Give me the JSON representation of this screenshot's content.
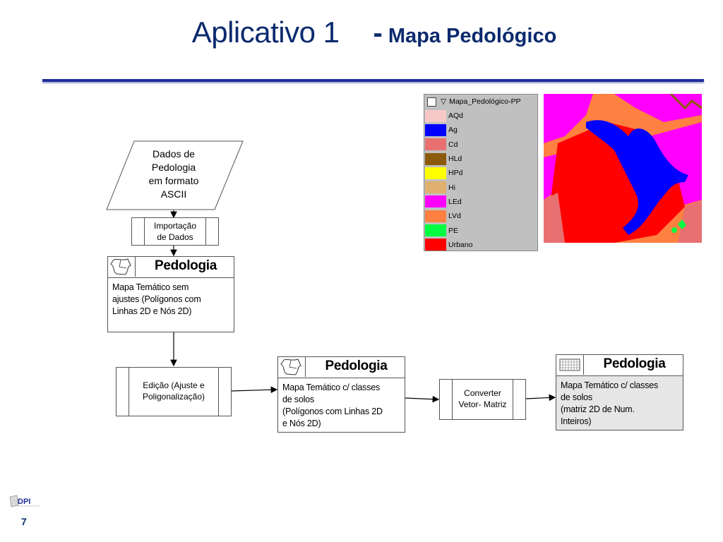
{
  "slide": {
    "title_main": "Aplicativo 1",
    "title_dash": "-",
    "title_sub": "Mapa Pedológico",
    "page_number": "7",
    "logo_text": "DPI"
  },
  "flow": {
    "input_data": [
      "Dados de",
      "Pedologia",
      "em formato",
      "ASCII"
    ],
    "import": [
      "Importação",
      "de Dados"
    ],
    "theme1": {
      "title": "Pedologia",
      "desc": [
        "Mapa Temático sem",
        "ajustes (Polígonos com",
        "Linhas 2D e Nós 2D)"
      ]
    },
    "edit": [
      "Edição (Ajuste e",
      "Poligonalização)"
    ],
    "theme2": {
      "title": "Pedologia",
      "desc": [
        "Mapa Temático c/ classes",
        "de solos",
        "(Polígonos com Linhas 2D",
        "e Nós 2D)"
      ]
    },
    "convert": [
      "Converter",
      "Vetor- Matriz"
    ],
    "theme3": {
      "title": "Pedologia",
      "desc": [
        "Mapa Temático c/ classes",
        "de solos",
        "(matriz 2D de Num.",
        "Inteiros)"
      ]
    }
  },
  "legend": {
    "title": "Mapa_Pedológico-PP",
    "items": [
      {
        "label": "AQd",
        "color": "#f7c8c8"
      },
      {
        "label": "Ag",
        "color": "#0000ff"
      },
      {
        "label": "Cd",
        "color": "#e87070"
      },
      {
        "label": "HLd",
        "color": "#8b5a0a"
      },
      {
        "label": "HPd",
        "color": "#ffff00"
      },
      {
        "label": "Hi",
        "color": "#e0b070"
      },
      {
        "label": "LEd",
        "color": "#ff00ff"
      },
      {
        "label": "LVd",
        "color": "#ff8040"
      },
      {
        "label": "PE",
        "color": "#00ff40"
      },
      {
        "label": "Urbano",
        "color": "#ff0000"
      }
    ]
  }
}
